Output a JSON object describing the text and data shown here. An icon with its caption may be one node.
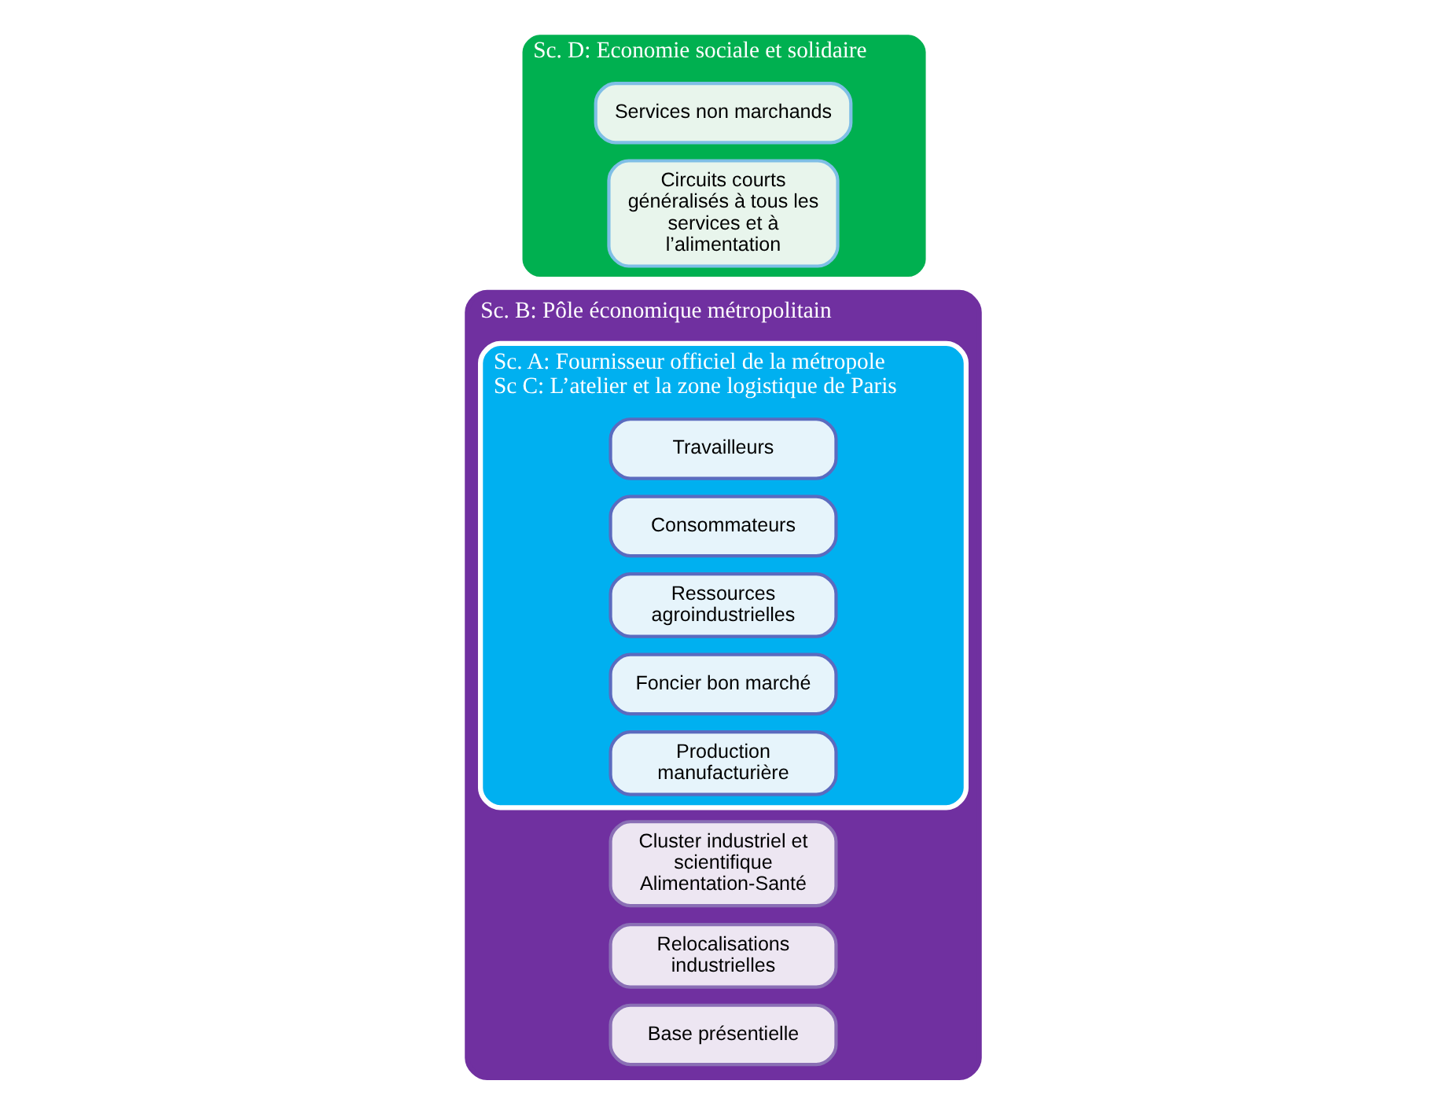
{
  "diagram": {
    "nodes": [
      {
        "text": [
          "Sc. B: Pôle économique métropolitain"
        ]
      },
      {
        "text": [
          "Cluster industriel et scientifique Alimentation-Santé"
        ],
        "in": 0
      },
      {
        "text": [
          "Relocalisations industrielles"
        ],
        "in": 0
      },
      {
        "text": [
          "Base présentielle"
        ],
        "in": 0
      },
      {
        "text": [
          "Sc. A: Fournisseur officiel de la métropole",
          "Sc C: L’atelier et la zone logistique de Paris"
        ],
        "in": 0
      },
      {
        "text": [
          "Travailleurs"
        ],
        "in": 4
      },
      {
        "text": [
          "Consommateurs"
        ],
        "in": 4
      },
      {
        "text": [
          "Ressources agroindustrielles"
        ],
        "in": 4
      },
      {
        "text": [
          "Foncier bon marché"
        ],
        "in": 4
      },
      {
        "text": [
          "Production manufacturière"
        ],
        "in": 4
      },
      {
        "text": [
          "Sc. D: Economie sociale et solidaire"
        ]
      },
      {
        "text": [
          "Services non marchands"
        ],
        "in": 10
      },
      {
        "text": [
          "Circuits courts généralisés à tous les services et à l’alimentation"
        ],
        "in": 10
      }
    ],
    "edges": []
  }
}
